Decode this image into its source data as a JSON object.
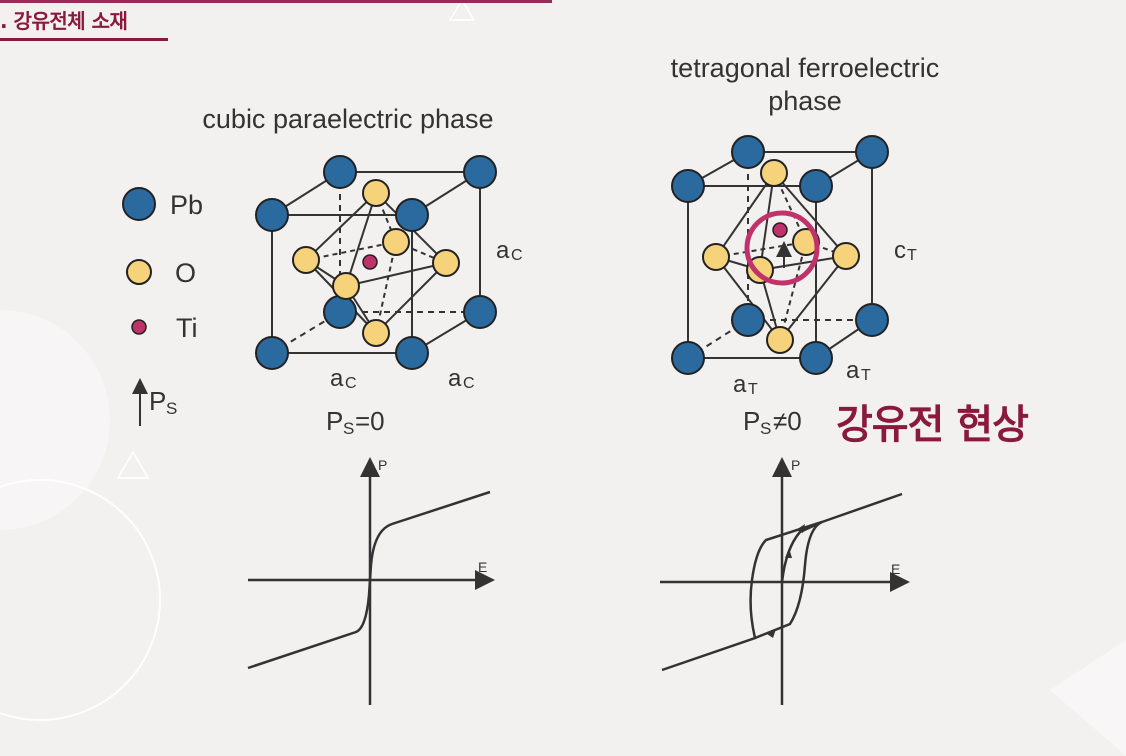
{
  "header": {
    "title": ". 강유전체 소재"
  },
  "legend": {
    "pb": "Pb",
    "o": "O",
    "ti": "Ti",
    "ps_main": "P",
    "ps_sub": "S"
  },
  "cubic": {
    "title": "cubic paraelectric phase",
    "lattice_main": "a",
    "lattice_sub": "C",
    "ps_main": "P",
    "ps_sub": "S",
    "ps_rest": "=0"
  },
  "tetragonal": {
    "title_line1": "tetragonal ferroelectric",
    "title_line2": "phase",
    "a_main": "a",
    "a_sub": "T",
    "c_main": "c",
    "c_sub": "T",
    "ps_main": "P",
    "ps_sub": "S",
    "ps_rest": "≠0"
  },
  "highlight": "강유전 현상",
  "graph": {
    "p_label": "P",
    "e_label": "E"
  },
  "colors": {
    "pb": "#2a6a9e",
    "o": "#f6d27a",
    "ti": "#c0336a",
    "highlight": "#8a1a3c",
    "circle": "#c0336a"
  }
}
